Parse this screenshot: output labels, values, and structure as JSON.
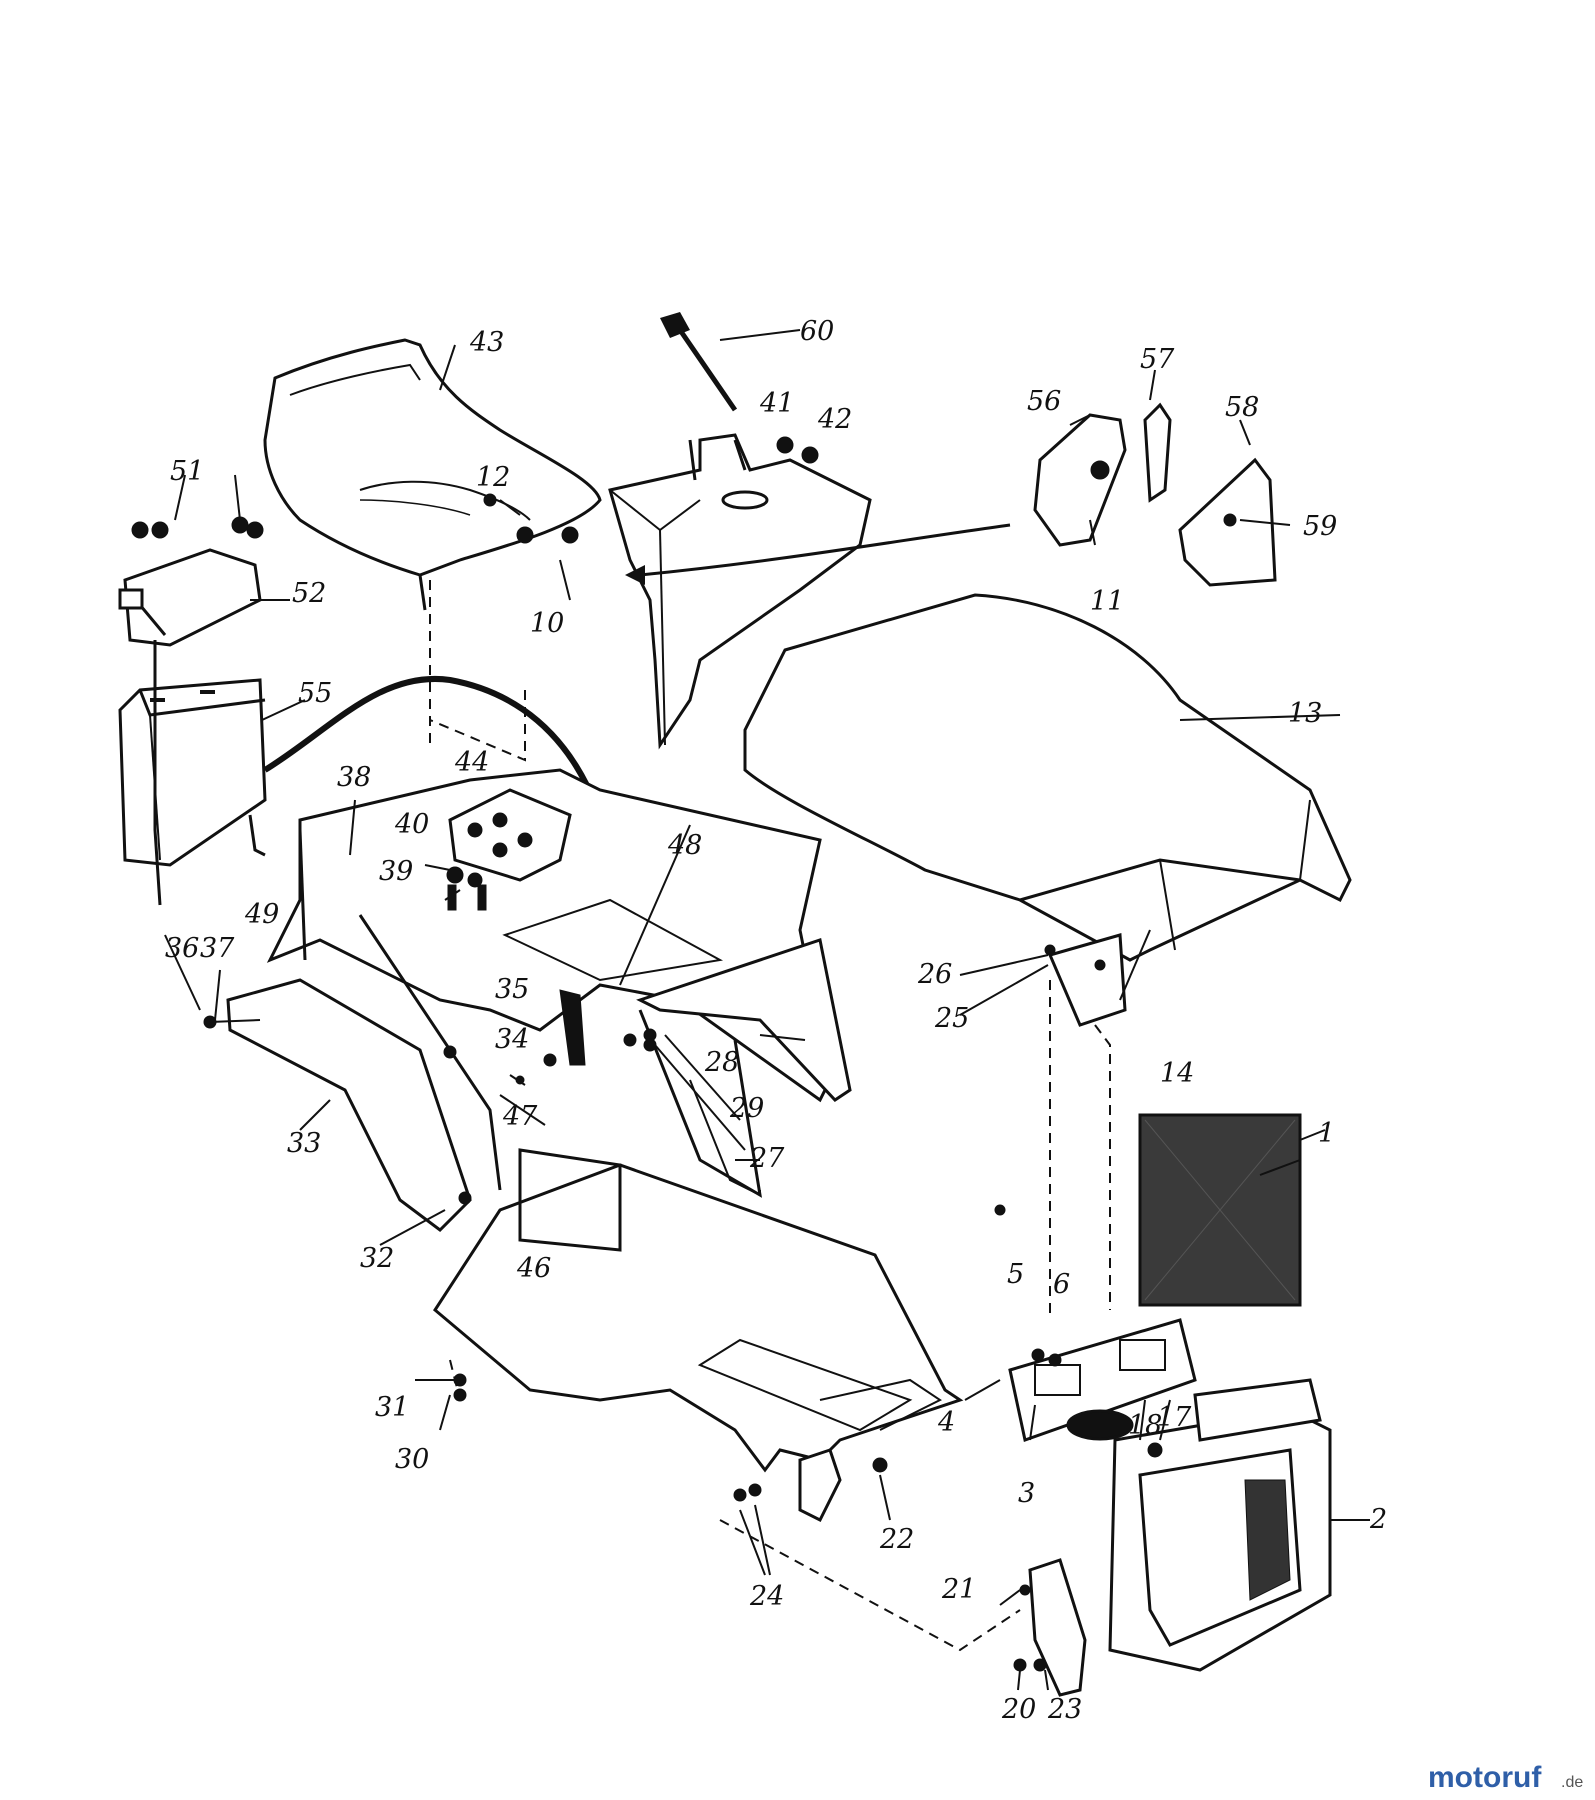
{
  "diagram": {
    "labels": [
      "1",
      "2",
      "3",
      "4",
      "5",
      "6",
      "10",
      "11",
      "12",
      "13",
      "14",
      "17",
      "18",
      "20",
      "21",
      "22",
      "23",
      "24",
      "25",
      "26",
      "27",
      "28",
      "29",
      "30",
      "31",
      "32",
      "33",
      "34",
      "35",
      "36",
      "37",
      "38",
      "39",
      "40",
      "41",
      "42",
      "43",
      "44",
      "46",
      "47",
      "48",
      "49",
      "51",
      "52",
      "55",
      "56",
      "57",
      "58",
      "59",
      "60"
    ]
  },
  "watermark": {
    "brand": "motoruf",
    "suffix": ".de",
    "colors": {
      "m_o": "#2f5fa8",
      "t": "#d99a1e",
      "o2": "#4a9a3a",
      "r": "#c8322d",
      "u": "#3a7ac8",
      "f": "#2f9a4a"
    }
  }
}
